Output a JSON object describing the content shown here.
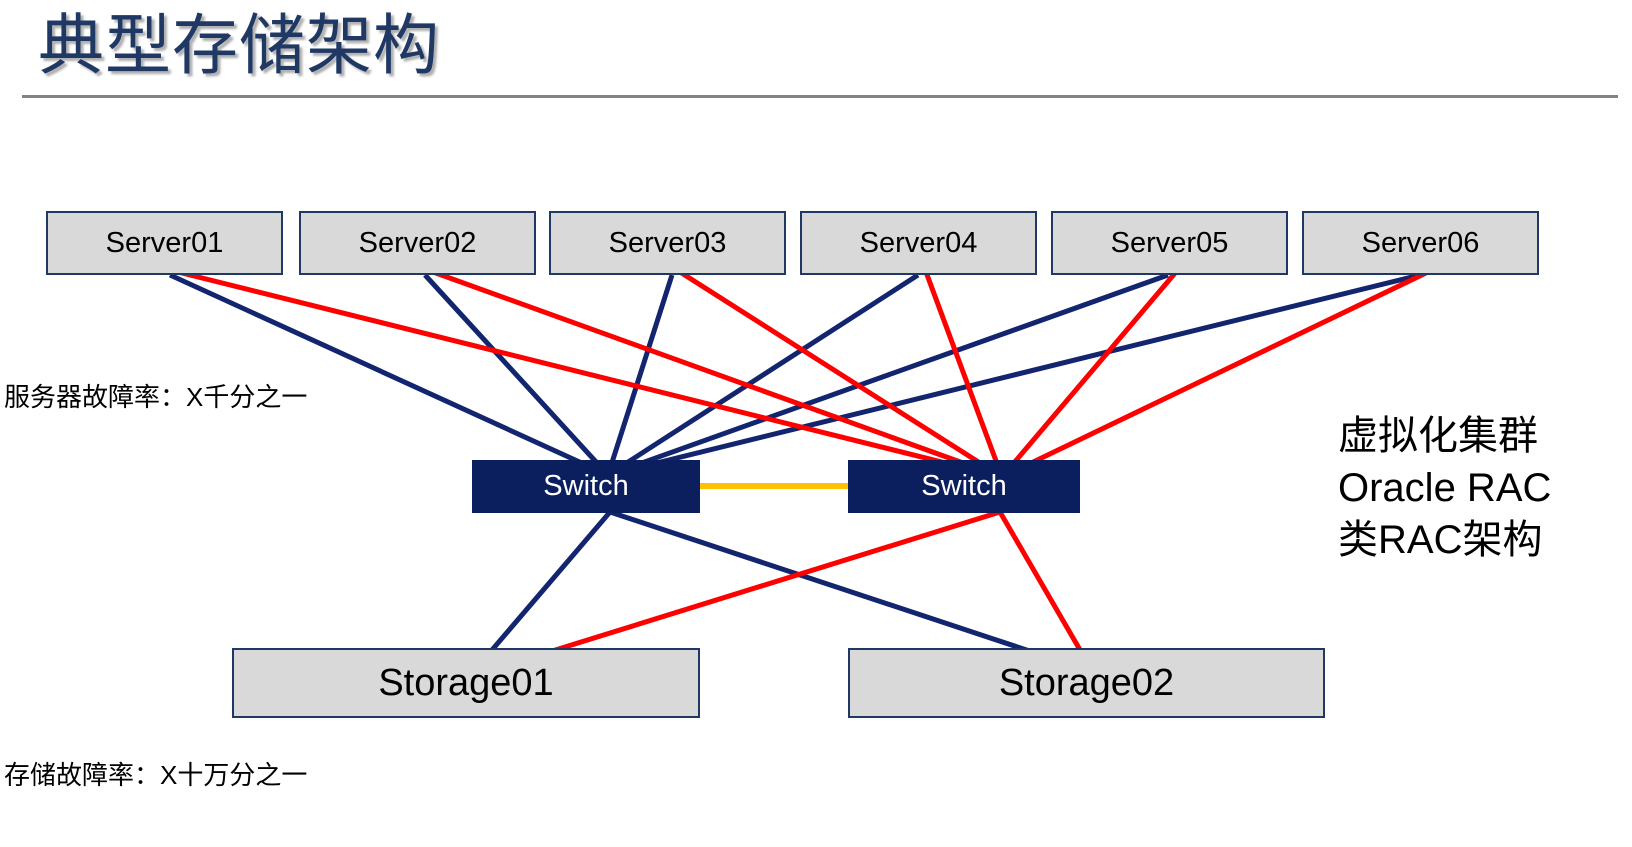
{
  "slide": {
    "title": "典型存储架构",
    "background": "#ffffff",
    "title_color": "#1f3864",
    "rule_color": "#808285"
  },
  "palette": {
    "navy_fill": "#0b1f5e",
    "navy_line": "#12256e",
    "red_line": "#fe0000",
    "amber_line": "#ffc000",
    "box_fill": "#d9d9d9",
    "box_border": "#1f3864"
  },
  "servers": [
    {
      "label": "Server01"
    },
    {
      "label": "Server02"
    },
    {
      "label": "Server03"
    },
    {
      "label": "Server04"
    },
    {
      "label": "Server05"
    },
    {
      "label": "Server06"
    }
  ],
  "switches": [
    {
      "label": "Switch"
    },
    {
      "label": "Switch"
    }
  ],
  "storages": [
    {
      "label": "Storage01"
    },
    {
      "label": "Storage02"
    }
  ],
  "annotations": {
    "server_failure_rate": "服务器故障率：X千分之一",
    "storage_failure_rate": "存储故障率：X十万分之一"
  },
  "cluster_note": {
    "line1": "虚拟化集群",
    "line2": "Oracle RAC",
    "line3": "类RAC架构"
  },
  "topology": {
    "description": "每台服务器双链路分别连接两台交换机；两台交换机之间互联；每台交换机分别连接两台存储。",
    "server_to_switch_links": 12,
    "switch_to_switch_links": 1,
    "switch_to_storage_links": 4
  }
}
